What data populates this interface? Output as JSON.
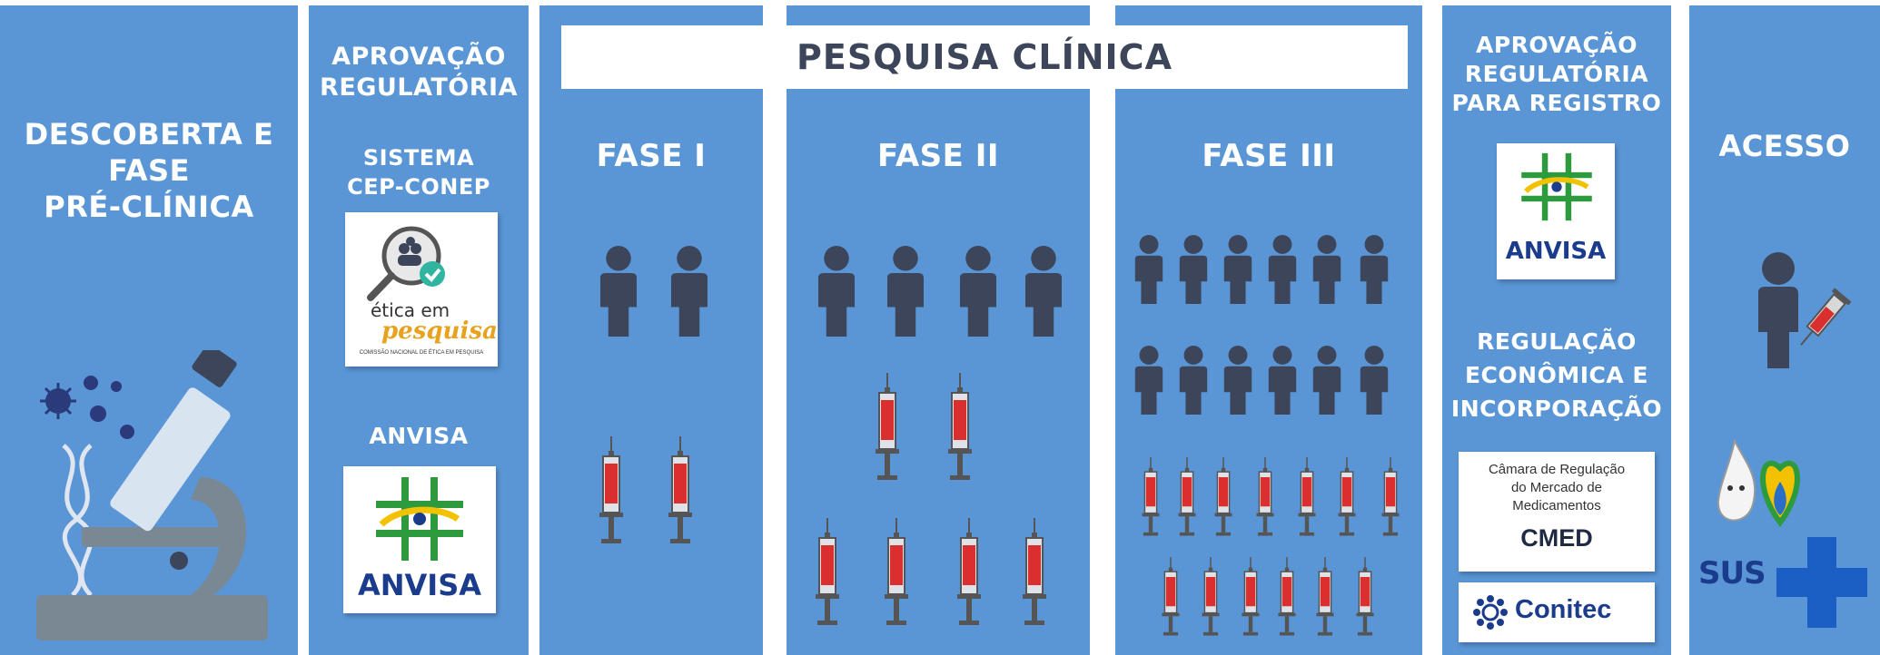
{
  "columns": {
    "discovery": {
      "title": "DESCOBERTA E\nFASE\nPRÉ-CLÍNICA"
    },
    "regulatory": {
      "title": "APROVAÇÃO\nREGULATÓRIA",
      "system": "SISTEMA\nCEP-CONEP",
      "anvisa_label": "ANVISA"
    },
    "phase1": {
      "title": "FASE I"
    },
    "phase2": {
      "title": "FASE II"
    },
    "phase3": {
      "title": "FASE III"
    },
    "registration": {
      "title": "APROVAÇÃO\nREGULATÓRIA\nPARA REGISTRO",
      "economic": "REGULAÇÃO\nECONÔMICA E\nINCORPORAÇÃO"
    },
    "access": {
      "title": "ACESSO"
    }
  },
  "banner": {
    "title": "PESQUISA CLÍNICA"
  },
  "logos": {
    "etica_top": "ética em",
    "etica_bottom": "pesquisa",
    "etica_caption": "COMISSÃO NACIONAL DE ÉTICA EM PESQUISA",
    "anvisa": "ANVISA",
    "cmed_text": "Câmara de Regulação\ndo Mercado de\nMedicamentos",
    "cmed_acronym": "CMED",
    "conitec": "Conitec",
    "sus": "SUS"
  },
  "colors": {
    "panel": "#5a96d6",
    "person": "#3c4559",
    "blood": "#d9302f",
    "anvisa_green": "#2e9a3e",
    "anvisa_yellow": "#f2c200"
  }
}
